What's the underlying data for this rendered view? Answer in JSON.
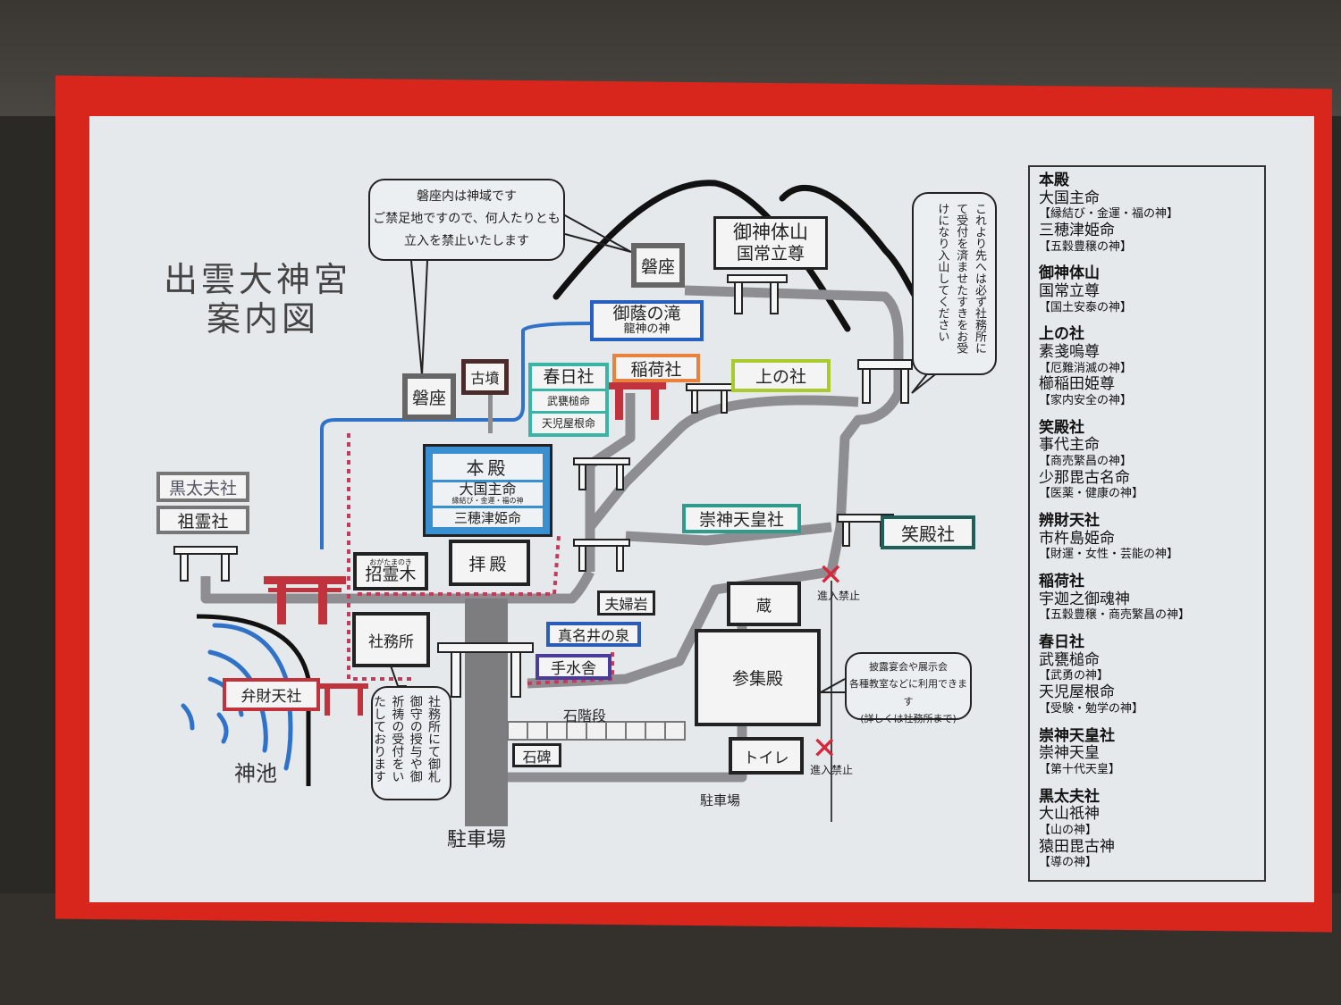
{
  "title": {
    "line1": "出雲大神宮",
    "line2": "案内図"
  },
  "bubbles": {
    "iwakura_notice": [
      "磐座内は神域です",
      "ご禁足地ですので、何人たりとも",
      "立入を禁止いたします"
    ],
    "mountain_notice": "これより先へは必ず社務所にて受付を済ませたすきをお受けになり入山してください",
    "shamusho_notice": "社務所にて御札御守の授与や御祈祷の受付をいたしております",
    "sanshuden_notice": [
      "披露宴会や展示会",
      "各種教室などに利用できます",
      "(詳しくは社務所まで)"
    ]
  },
  "map_labels": {
    "iwakura_top": "磐座",
    "goshintaisan": "御神体山",
    "kunitokotachi": "国常立尊",
    "mikage_falls": "御蔭の滝",
    "ryujin": "龍神の神",
    "iwakura_left": "磐座",
    "kofun": "古墳",
    "kasuga": "春日社",
    "kasuga_deity1": "武甕槌命",
    "kasuga_deity2": "天児屋根命",
    "inari": "稲荷社",
    "kaminoyashiro": "上の社",
    "honden": "本殿",
    "honden_deity1": "大国主命",
    "honden_deity1_note": "縁結び・金運・福の神",
    "honden_deity2": "三穂津姫命",
    "sujin": "崇神天皇社",
    "emiden": "笑殿社",
    "kurodayu": "黒太夫社",
    "sorei": "祖霊社",
    "ogatama_ruby": "おがたまのき",
    "ogatama": "招霊木",
    "haiden": "拝殿",
    "meoto_iwa": "夫婦岩",
    "kura": "蔵",
    "sanshuden": "参集殿",
    "shamusho": "社務所",
    "manai": "真名井の泉",
    "temizuya": "手水舎",
    "benzaiten": "弁財天社",
    "ishi_kaidan": "石階段",
    "sekihi": "石碑",
    "toilet": "トイレ",
    "no_entry_1": "進入禁止",
    "no_entry_2": "進入禁止",
    "shinchi": "神池",
    "parking_main": "駐車場",
    "parking_side": "駐車場"
  },
  "legend": [
    {
      "title": "本殿",
      "entries": [
        {
          "deity": "大国主命",
          "attr": "【縁結び・金運・福の神】"
        },
        {
          "deity": "三穂津姫命",
          "attr": "【五穀豊穣の神】"
        }
      ]
    },
    {
      "title": "御神体山",
      "entries": [
        {
          "deity": "国常立尊",
          "attr": "【国土安泰の神】"
        }
      ]
    },
    {
      "title": "上の社",
      "entries": [
        {
          "deity": "素戔嗚尊",
          "attr": "【厄難消滅の神】"
        },
        {
          "deity": "櫛稲田姫尊",
          "attr": "【家内安全の神】"
        }
      ]
    },
    {
      "title": "笑殿社",
      "entries": [
        {
          "deity": "事代主命",
          "attr": "【商売繁昌の神】"
        },
        {
          "deity": "少那毘古名命",
          "attr": "【医薬・健康の神】"
        }
      ]
    },
    {
      "title": "辨財天社",
      "entries": [
        {
          "deity": "市杵島姫命",
          "attr": "【財運・女性・芸能の神】"
        }
      ]
    },
    {
      "title": "稲荷社",
      "entries": [
        {
          "deity": "宇迦之御魂神",
          "attr": "【五穀豊穣・商売繁昌の神】"
        }
      ]
    },
    {
      "title": "春日社",
      "entries": [
        {
          "deity": "武甕槌命",
          "attr": "【武勇の神】"
        },
        {
          "deity": "天児屋根命",
          "attr": "【受験・勉学の神】"
        }
      ]
    },
    {
      "title": "崇神天皇社",
      "entries": [
        {
          "deity": "崇神天皇",
          "attr": "【第十代天皇】"
        }
      ]
    },
    {
      "title": "黒太夫社",
      "entries": [
        {
          "deity": "大山祇神",
          "attr": "【山の神】"
        },
        {
          "deity": "猿田毘古神",
          "attr": "【導の神】"
        }
      ]
    }
  ],
  "colors": {
    "frame": "#d8261d",
    "board": "#e6e9ec",
    "road": "#8e8e92",
    "torii_red": "#c0323c",
    "honden_blue": "#3a8fd0",
    "stream_blue": "#2f72c8"
  }
}
